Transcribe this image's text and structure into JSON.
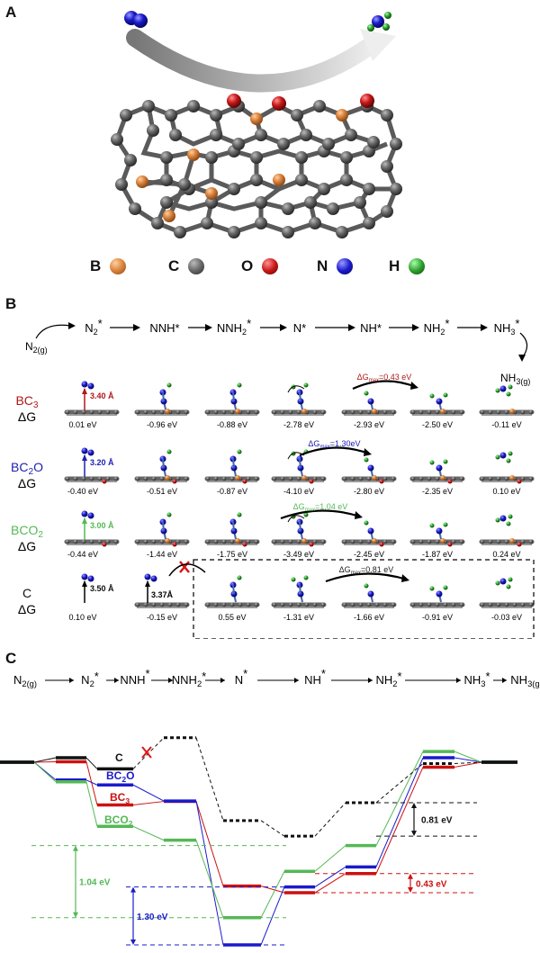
{
  "panels": {
    "a": "A",
    "b": "B",
    "c": "C"
  },
  "legend": [
    {
      "label": "B",
      "color": "#d9813a"
    },
    {
      "label": "C",
      "color": "#555555"
    },
    {
      "label": "O",
      "color": "#c81818"
    },
    {
      "label": "N",
      "color": "#1a1acc"
    },
    {
      "label": "H",
      "color": "#2ea02e"
    }
  ],
  "panel_b": {
    "pathway": {
      "start": "N2(g)",
      "steps": [
        "N2*",
        "NNH*",
        "NNH2*",
        "N*",
        "NH*",
        "NH2*",
        "NH3*"
      ],
      "end": "NH3(g)"
    },
    "rows": [
      {
        "catalyst": "BC3",
        "color": "#b01818",
        "distance": "3.40 Å",
        "dg_label": "ΔG",
        "values": [
          "0.01 eV",
          "-0.96 eV",
          "-0.88 eV",
          "-2.78 eV",
          "-2.93 eV",
          "-2.50 eV",
          "-0.11 eV"
        ],
        "dgmax": "ΔGmax=0.43 eV"
      },
      {
        "catalyst": "BC2O",
        "color": "#2020b0",
        "distance": "3.20 Å",
        "dg_label": "ΔG",
        "values": [
          "-0.40 eV",
          "-0.51 eV",
          "-0.87 eV",
          "-4.10 eV",
          "-2.80 eV",
          "-2.35 eV",
          "0.10 eV"
        ],
        "dgmax": "ΔGmax=1.30eV"
      },
      {
        "catalyst": "BCO2",
        "color": "#55b855",
        "distance": "3.00 Å",
        "dg_label": "ΔG",
        "values": [
          "-0.44 eV",
          "-1.44 eV",
          "-1.75 eV",
          "-3.49 eV",
          "-2.45 eV",
          "-1.87 eV",
          "0.24 eV"
        ],
        "dgmax": "ΔGmax=1.04 eV"
      },
      {
        "catalyst": "C",
        "color": "#111111",
        "distance": "3.50 Å",
        "distance2": "3.37Å",
        "dg_label": "ΔG",
        "values": [
          "0.10 eV",
          "-0.15 eV",
          "0.55 eV",
          "-1.31 eV",
          "-1.66 eV",
          "-0.91 eV",
          "-0.03 eV"
        ],
        "dgmax": "ΔGmax=0.81 eV"
      }
    ]
  },
  "panel_c": {
    "pathway": [
      "N2(g)",
      "N2*",
      "NNH*",
      "NNH2*",
      "N*",
      "NH*",
      "NH2*",
      "NH3*",
      "NH3(g)"
    ],
    "series_labels": {
      "c": "C",
      "bc2o": "BC2O",
      "bc3": "BC3",
      "bco2": "BCO2"
    },
    "gaps": {
      "c": "0.81 eV",
      "bc3": "0.43 eV",
      "bco2": "1.04 eV",
      "bc2o": "1.30 eV"
    }
  },
  "chart_data": {
    "type": "line",
    "x": [
      "N2(g)",
      "N2*",
      "NNH*",
      "NNH2*",
      "N*",
      "NH*",
      "NH2*",
      "NH3*",
      "NH3(g)"
    ],
    "series": [
      {
        "name": "BC3",
        "color": "#cc1111",
        "values": [
          0,
          0.01,
          -0.96,
          -0.88,
          -2.78,
          -2.93,
          -2.5,
          -0.11,
          0
        ]
      },
      {
        "name": "BC2O",
        "color": "#1a1acc",
        "values": [
          0,
          -0.4,
          -0.51,
          -0.87,
          -4.1,
          -2.8,
          -2.35,
          0.1,
          0
        ]
      },
      {
        "name": "BCO2",
        "color": "#55b855",
        "values": [
          0,
          -0.44,
          -1.44,
          -1.75,
          -3.49,
          -2.45,
          -1.87,
          0.24,
          0
        ]
      },
      {
        "name": "C",
        "color": "#111111",
        "values": [
          0,
          0.1,
          -0.15,
          0.55,
          -1.31,
          -1.66,
          -0.91,
          -0.03,
          0
        ]
      }
    ],
    "xlabel": "",
    "ylabel": ""
  }
}
